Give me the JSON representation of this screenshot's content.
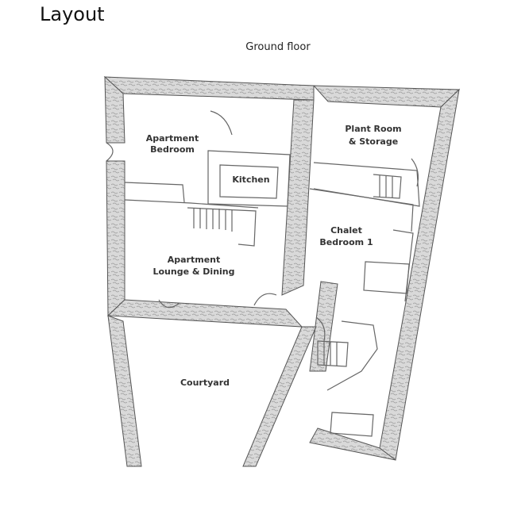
{
  "page": {
    "heading": "Layout",
    "floor_title": "Ground floor"
  },
  "rooms": {
    "apartment_bedroom": [
      "Apartment",
      "Bedroom"
    ],
    "kitchen": [
      "Kitchen"
    ],
    "plant_room": [
      "Plant Room",
      "& Storage"
    ],
    "chalet_bedroom_1": [
      "Chalet",
      "Bedroom 1"
    ],
    "apartment_lounge": [
      "Apartment",
      "Lounge & Dining"
    ],
    "courtyard": [
      "Courtyard"
    ]
  },
  "colors": {
    "wall_fill": "#d6d6d6",
    "wall_stroke": "#555555",
    "line": "#666666",
    "background": "#ffffff"
  }
}
